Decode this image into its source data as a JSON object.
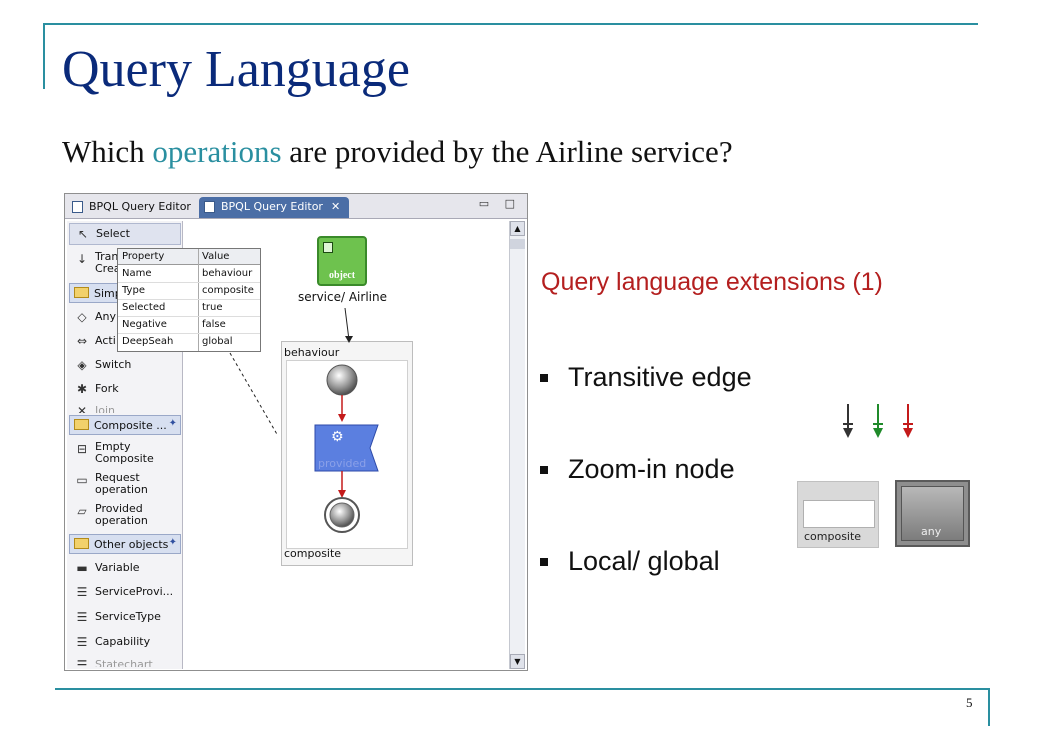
{
  "slide": {
    "title": "Query Language",
    "question_pre": "Which ",
    "question_hl": "operations",
    "question_post": " are provided by the Airline service?",
    "page_number": "5"
  },
  "editor": {
    "tabs": [
      {
        "label": "BPQL Query Editor"
      },
      {
        "label": "BPQL Query Editor",
        "close": "✕"
      }
    ],
    "window_buttons": "▭ □",
    "palette": {
      "select": "Select",
      "transitive_1": "Tran",
      "transitive_2": "Crea",
      "drawer_simple": "Simpl",
      "any": "Any",
      "activity": "Acti",
      "switch": "Switch",
      "fork": "Fork",
      "join": "Join",
      "drawer_composite": "Composite ...",
      "empty_composite": "Empty Composite",
      "request_operation": "Request operation",
      "provided_operation": "Provided operation",
      "drawer_other": "Other objects",
      "variable": "Variable",
      "service_provider": "ServiceProvi...",
      "service_type": "ServiceType",
      "capability": "Capability",
      "statechart": "Statechart"
    },
    "properties": {
      "header_property": "Property",
      "header_value": "Value",
      "rows": [
        {
          "property": "Name",
          "value": "behaviour"
        },
        {
          "property": "Type",
          "value": "composite"
        },
        {
          "property": "Selected",
          "value": "true"
        },
        {
          "property": "Negative",
          "value": "false"
        },
        {
          "property": "DeepSeah",
          "value": "global"
        }
      ]
    },
    "diagram": {
      "object_label": "object",
      "service_label": "service/ Airline",
      "zoom_header": "behaviour",
      "zoom_footer": "composite",
      "provided_label": "provided"
    }
  },
  "extensions": {
    "heading": "Query language extensions (1)",
    "items": [
      "Transitive edge",
      "Zoom-in node",
      "Local/ global"
    ],
    "edge_colors": [
      "#333333",
      "#1f8a2a",
      "#c41a1a"
    ],
    "composite_tile_label": "composite",
    "any_tile_label": "any"
  }
}
